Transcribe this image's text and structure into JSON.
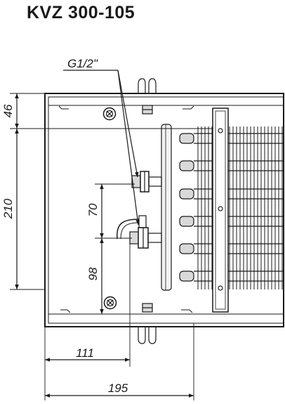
{
  "title": "KVZ 300-105",
  "labels": {
    "thread": "G1/2\"",
    "height_top": "46",
    "height_total": "210",
    "spacing_upper": "70",
    "spacing_lower": "98",
    "width_inner": "111",
    "width_total": "195"
  },
  "colors": {
    "line": "#1a1a1a",
    "fill_light": "#f2f2f2",
    "fill_mid": "#d9d9d9"
  }
}
